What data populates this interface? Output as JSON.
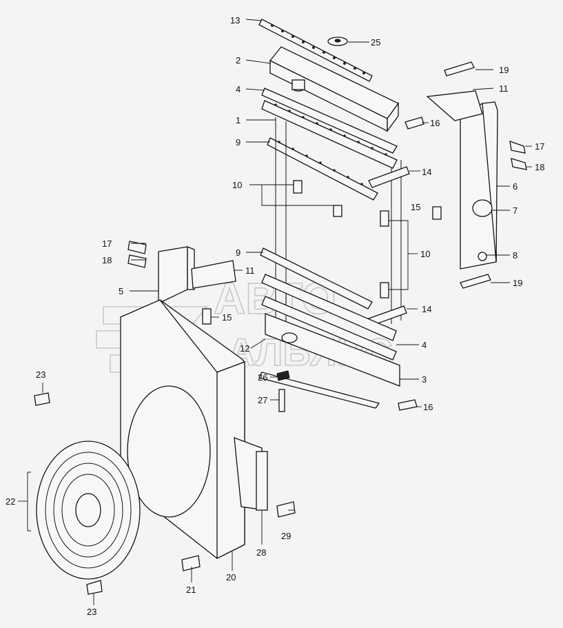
{
  "diagram": {
    "watermark": {
      "line1": "АВТО",
      "line2": "АЛЬЯНС"
    },
    "callouts": {
      "c13": "13",
      "c25": "25",
      "c2": "2",
      "c4a": "4",
      "c1": "1",
      "c9a": "9",
      "c10a": "10",
      "c16a": "16",
      "c14a": "14",
      "c19a": "19",
      "c11a": "11",
      "c17a": "17",
      "c18a": "18",
      "c6": "6",
      "c15a": "15",
      "c7": "7",
      "c10b": "10",
      "c8": "8",
      "c19b": "19",
      "c9b": "9",
      "c14b": "14",
      "c17b": "17",
      "c18b": "18",
      "c11b": "11",
      "c5": "5",
      "c15b": "15",
      "c12": "12",
      "c4b": "4",
      "c26": "26",
      "c3": "3",
      "c27": "27",
      "c16b": "16",
      "c23a": "23",
      "c22": "22",
      "c29": "29",
      "c28": "28",
      "c21": "21",
      "c20": "20",
      "c23b": "23"
    }
  }
}
